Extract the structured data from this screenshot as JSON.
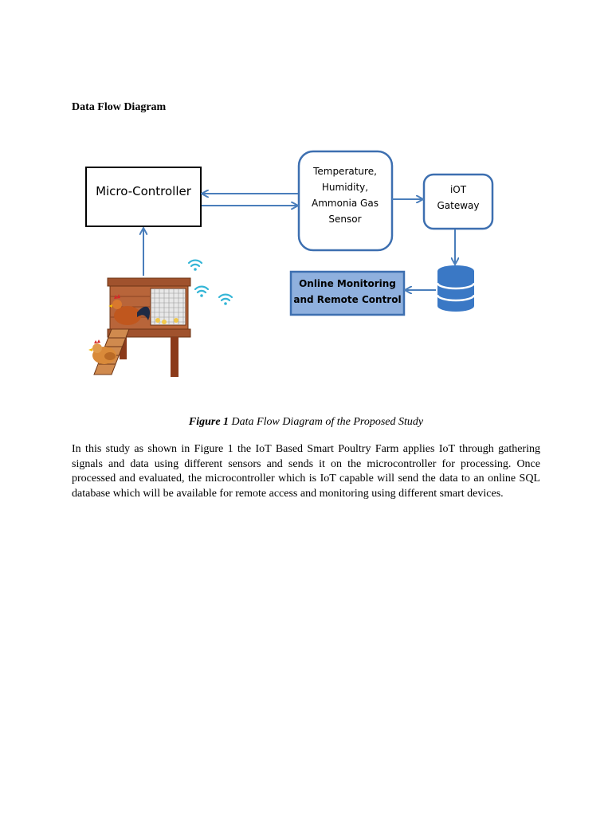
{
  "document": {
    "heading": "Data Flow Diagram",
    "figure_label": "Figure 1",
    "figure_caption": "Data Flow Diagram of the Proposed Study",
    "paragraph": "In this study as shown in Figure 1 the IoT Based Smart Poultry Farm applies IoT through gathering signals and data using different sensors and sends it on the microcontroller for processing. Once processed and evaluated, the microcontroller which is IoT capable will send the data to an online SQL database which will be available for remote access and monitoring using different smart devices."
  },
  "diagram": {
    "microcontroller": "Micro-Controller",
    "sensor_lines": [
      "Temperature,",
      "Humidity,",
      "Ammonia Gas",
      "Sensor"
    ],
    "gateway_lines": [
      "iOT",
      "Gateway"
    ],
    "monitoring_lines": [
      "Online Monitoring",
      "and Remote Control"
    ],
    "colors": {
      "arrow": "#4a7ebb",
      "box_border": "#3d6fb0",
      "monitor_fill": "#8fb0de",
      "database": "#3a78c5"
    },
    "icons": [
      "database-icon",
      "wifi-icon",
      "chicken-coop-illustration"
    ]
  }
}
